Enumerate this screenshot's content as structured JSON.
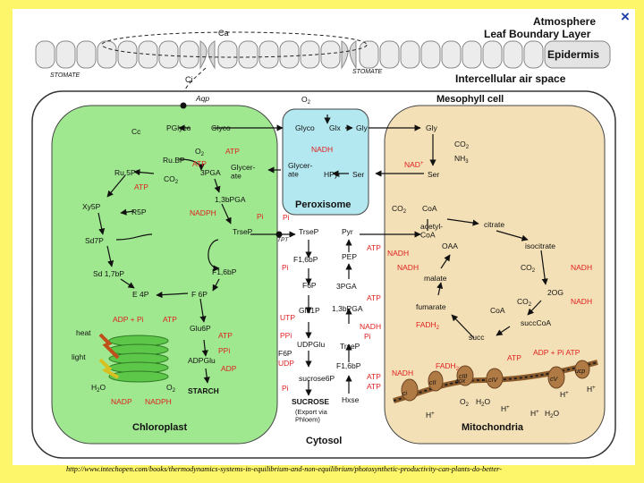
{
  "header": {
    "atmosphere": "Atmosphere",
    "leaf_boundary": "Leaf Boundary Layer",
    "epidermis": "Epidermis",
    "intercellular": "Intercellular air space",
    "ca": "Ca",
    "ci": "Ci",
    "stomate_left": "STOMATE",
    "stomate_right": "STOMATE",
    "close_glyph": "×"
  },
  "compartments": {
    "mesophyll": "Mesophyll cell",
    "chloroplast": "Chloroplast",
    "peroxisome": "Peroxisome",
    "cytosol": "Cytosol",
    "mitochondria": "Mitochondria"
  },
  "chloroplast": {
    "aqp": "Aqp",
    "cc": "Cc",
    "pglyco": "PGlyco",
    "glyco": "Glyco",
    "rubp": "Ru.BP",
    "o2": "O",
    "o2_sub": "2",
    "atp1": "ATP",
    "ru5p": "Ru.5P",
    "co2": "CO",
    "co2_sub": "2",
    "pga3": "3PGA",
    "atp_red1": "ATP",
    "atp_red2": "ATP",
    "xy5p": "Xy5P",
    "r5p": "R5P",
    "bpga": "1,3bPGA",
    "nadph1": "NADPH",
    "sd7p": "Sd7P",
    "pi1": "Pi",
    "trsep": "TrseP",
    "sd17bp": "Sd 1,7bP",
    "f16bp": "F1,6bP",
    "e4p": "E 4P",
    "f6p": "F 6P",
    "adp_pi": "ADP + Pi",
    "atp_thyl": "ATP",
    "heat": "heat",
    "light": "light",
    "glu6p": "Glu6P",
    "atp_starch": "ATP",
    "ppi": "PPi",
    "adpglu": "ADPGlu",
    "adp": "ADP",
    "h2o": "H",
    "h2o_sub": "2",
    "h2o_tail": "O",
    "o2b": "O",
    "o2b_sub": "2",
    "starch": "STARCH",
    "nadp": "NADP",
    "nadph2": "NADPH"
  },
  "peroxisome": {
    "o2": "O",
    "o2_sub": "2",
    "glyco": "Glyco",
    "glx": "Glx",
    "gly": "Gly",
    "nadh": "NADH",
    "glycerate": "Glycer-\nate",
    "hpyr": "HPyr",
    "ser": "Ser"
  },
  "cytosol": {
    "pi_a": "Pi",
    "tpt": "TPT",
    "trsep": "TrseP",
    "pyr": "Pyr",
    "f16bp": "F1,6bP",
    "pep": "PEP",
    "atp1": "ATP",
    "pi_b": "Pi",
    "f6p": "F6P",
    "pga3": "3PGA",
    "atp2": "ATP",
    "glu1p": "Glu1P",
    "bpga": "1,3bPGA",
    "utp": "UTP",
    "ppi": "PPi",
    "udpglu": "UDPGlu",
    "nadh": "NADH",
    "pi_c": "Pi",
    "f6p2": "F6P",
    "udp": "UDP",
    "trsep2": "TrseP",
    "sucrose6p": "sucrose6P",
    "f16bp2": "F1,6bP",
    "pi_d": "Pi",
    "atp3": "ATP",
    "atp4": "ATP",
    "sucrose": "SUCROSE",
    "export": "(Export via\nPhloem)",
    "hxse": "Hxse"
  },
  "mitochondria": {
    "gly": "Gly",
    "co2": "CO",
    "co2_sub": "2",
    "nh3": "NH",
    "nh3_sub": "3",
    "nad": "NAD",
    "nad_sup": "+",
    "ser": "Ser",
    "co2b": "CO",
    "co2b_sub": "2",
    "coa": "CoA",
    "acetylcoa": "acetyl-\nCoA",
    "citrate": "citrate",
    "nadh1": "NADH",
    "oaa": "OAA",
    "isocitrate": "isocitrate",
    "nadh2": "NADH",
    "co2c": "CO",
    "co2c_sub": "2",
    "nadh3": "NADH",
    "malate": "malate",
    "og2": "2OG",
    "fumarate": "fumarate",
    "fadh2": "FADH",
    "fadh2_sub": "2",
    "co2d": "CO",
    "co2d_sub": "2",
    "nadh4": "NADH",
    "coa2": "CoA",
    "succcoa": "succCoA",
    "succ": "succ",
    "atp": "ATP",
    "adp_pi_atp": "ADP + Pi ATP",
    "nadh5": "NADH",
    "fadh2b": "FADH",
    "fadh2b_sub": "2",
    "aox": "aox",
    "ci": "ci",
    "cii": "cII",
    "ciii": "cIII",
    "civ": "cIV",
    "cv": "cV",
    "ucp": "ucp",
    "hplus1": "H",
    "o2": "O",
    "o2_sub": "2",
    "h2o": "H",
    "h2o_sub": "2",
    "h2o_tail": "O",
    "hplus2": "H",
    "hplus3": "H",
    "h2o2": "H",
    "h2o2_sub": "2",
    "h2o2_tail": "O",
    "hplus4": "H",
    "hplus5": "H",
    "hplus_sup": "+"
  },
  "footer": {
    "source": "http://www.intechopen.com/books/thermodynamics-systems-in-equilibrium-and-non-equilibrium/photosynthetic-productivity-can-plants-do-better-"
  },
  "colors": {
    "background": "#fdf66a",
    "chloroplast_fill": "#9fe88f",
    "peroxisome_fill": "#b4e8f0",
    "mitochondria_fill": "#f4e0b6",
    "cell_fill": "#ffffff",
    "epidermis_fill": "#ececec",
    "red_label": "#e02020",
    "membrane": "#8a5a2b",
    "arrow": "#111111"
  }
}
